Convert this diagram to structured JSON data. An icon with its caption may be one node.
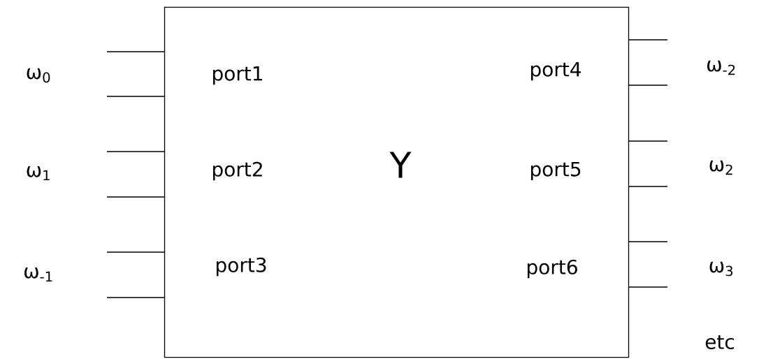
{
  "diagram": {
    "nodes": [
      {
        "text": [
          "Y"
        ]
      }
    ],
    "labels": [
      "ω$_{0}$",
      "port1",
      "port4",
      "ω$_{-2}$",
      "ω$_{1}$",
      "port2",
      "port5",
      "ω$_{2}$",
      "ω$_{-1}$",
      "port3",
      "port6",
      "ω$_{3}$",
      "etc"
    ]
  }
}
